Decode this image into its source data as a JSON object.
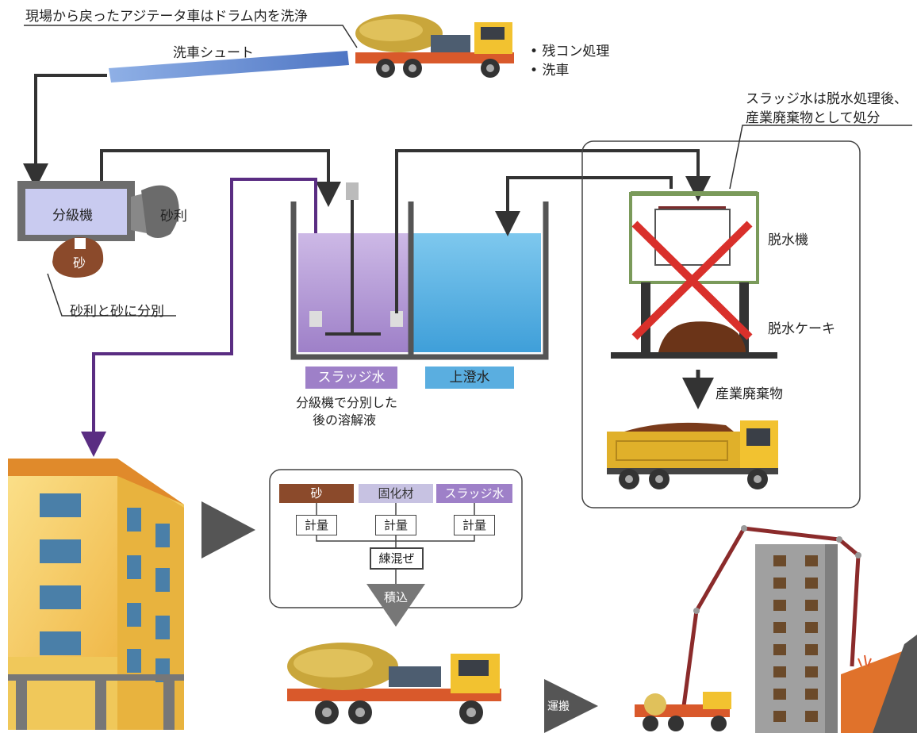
{
  "top_caption": "現場から戻ったアジテータ車はドラム内を洗浄",
  "chute_label": "洗車シュート",
  "processes": [
    "• 残コン処理",
    "• 洗車"
  ],
  "classifier_label": "分級機",
  "gravel_label": "砂利",
  "sand_label": "砂",
  "separation_label": "砂利と砂に分別",
  "sludge_tag": "スラッジ水",
  "supernatant_tag": "上澄水",
  "sludge_desc": [
    "分級機で分別した",
    "後の溶解液"
  ],
  "sludge_note": [
    "スラッジ水は脱水処理後、",
    "産業廃棄物として処分"
  ],
  "dehydrator_label": "脱水機",
  "cake_label": "脱水ケーキ",
  "industrial_waste_label": "産業廃棄物",
  "mix": {
    "materials": [
      "砂",
      "固化材",
      "スラッジ水"
    ],
    "measure_label": "計量",
    "mix_label": "練混ぜ",
    "load_label": "積込"
  },
  "transport_label": "運搬",
  "colors": {
    "sludge_purple": "#8e6bb0",
    "supernatant_blue": "#4a9ed6",
    "sand_brown": "#8b4a2b",
    "hardener_lavender": "#b9b2d8",
    "chute_blue": "#6b8fd0",
    "purple_line": "#5a2d82",
    "red_cross": "#d9302b"
  },
  "icons": [
    "mixer-truck-icon",
    "dump-truck-icon",
    "pump-truck-icon",
    "building-icon",
    "apartment-icon",
    "dehydrator-icon"
  ]
}
